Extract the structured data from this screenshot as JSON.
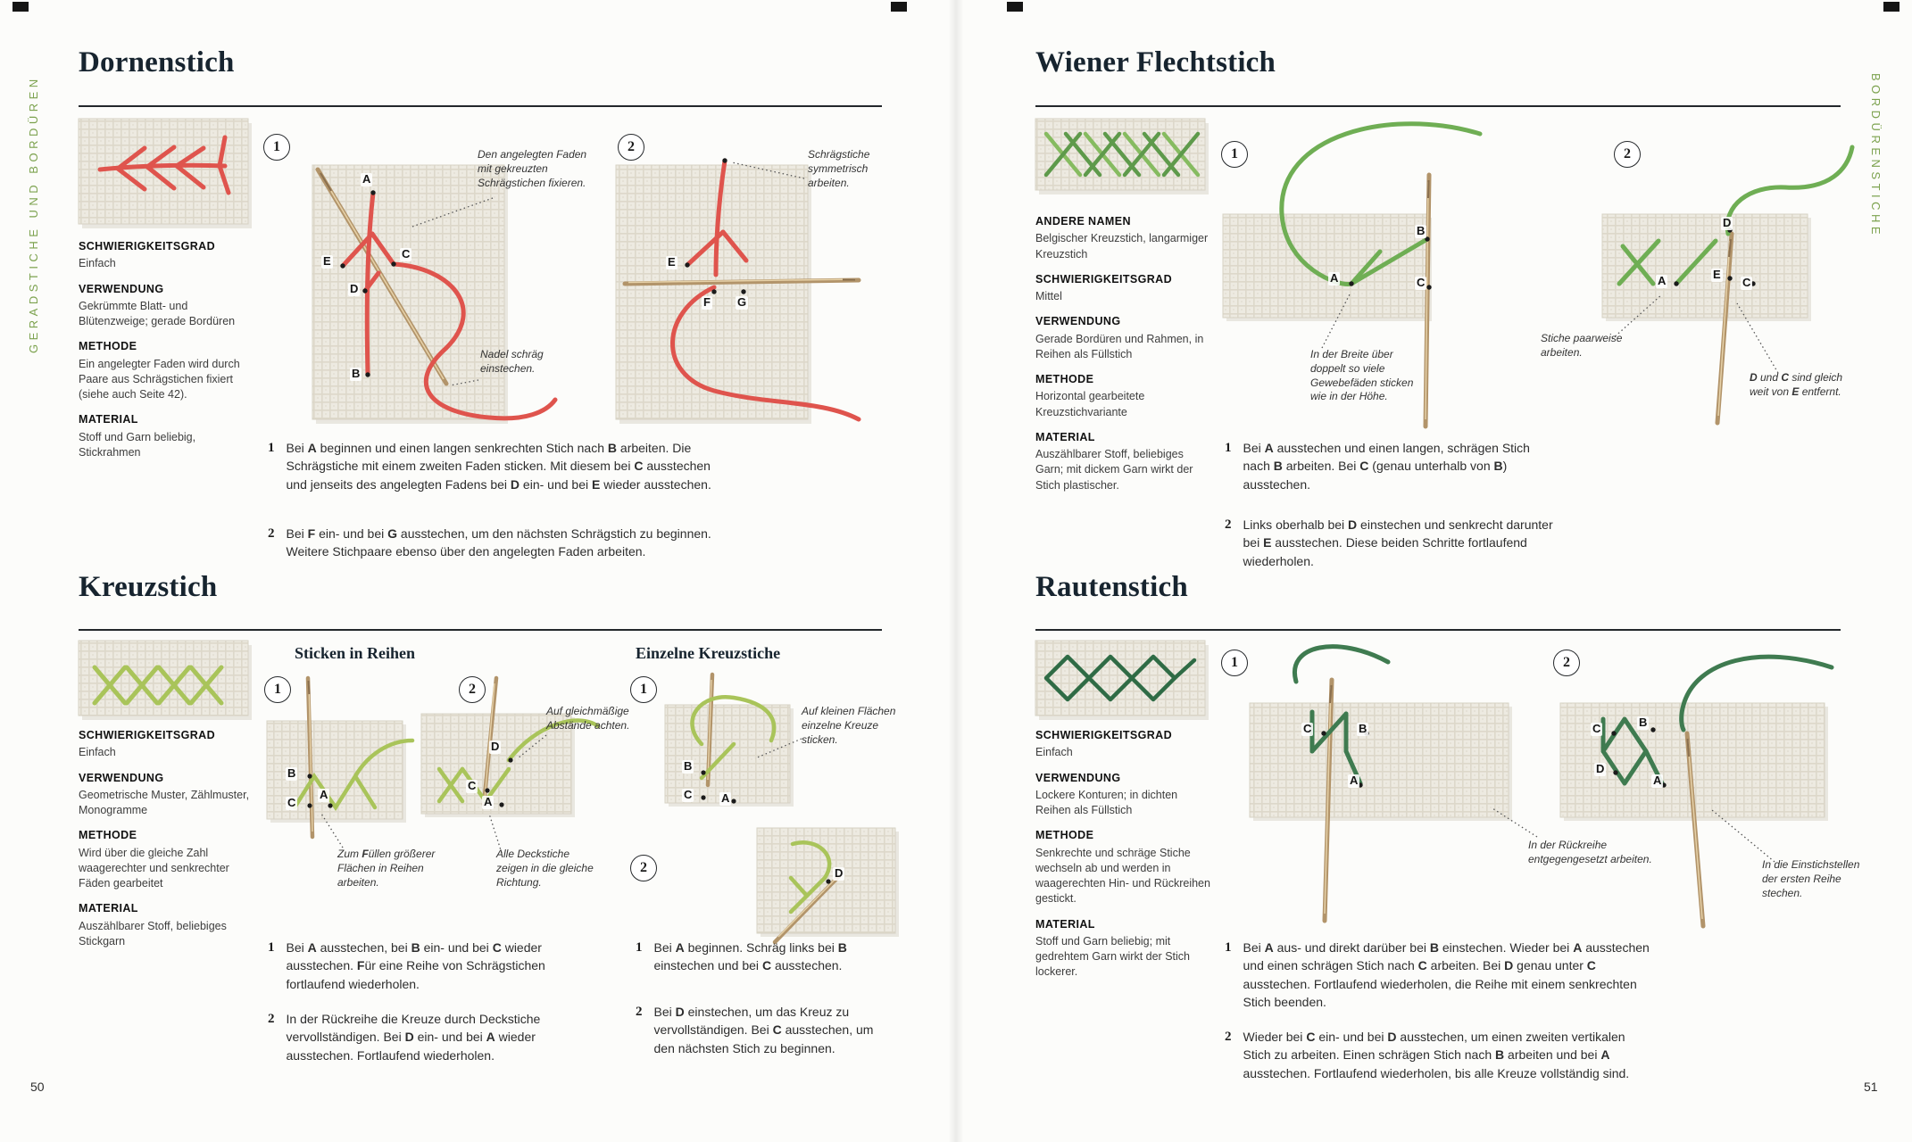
{
  "book": {
    "left_side_label": "GERADSTICHE UND BORDÜREN",
    "right_side_label": "BORDÜRENSTICHE",
    "left_page_number": "50",
    "right_page_number": "51"
  },
  "dornenstich": {
    "title": "Dornenstich",
    "info": [
      {
        "heading": "SCHWIERIGKEITSGRAD",
        "text": "Einfach"
      },
      {
        "heading": "VERWENDUNG",
        "text": "Gekrümmte Blatt- und Blütenzweige; gerade Bordüren"
      },
      {
        "heading": "METHODE",
        "text": "Ein angelegter Faden wird durch Paare aus Schrägstichen fixiert (siehe auch Seite 42)."
      },
      {
        "heading": "MATERIAL",
        "text": "Stoff und Garn beliebig, Stickrahmen"
      }
    ],
    "step_numbers": [
      "1",
      "2"
    ],
    "points_step1": [
      "A",
      "E",
      "C",
      "D",
      "B"
    ],
    "points_step2": [
      "E",
      "F",
      "G"
    ],
    "annotations": [
      "Den angelegten Faden mit gekreuzten Schrägstichen fixieren.",
      "Nadel schräg einstechen.",
      "Schrägstiche symmetrisch arbeiten."
    ],
    "instructions": [
      {
        "num": "1",
        "text": "Bei A beginnen und einen langen senkrechten Stich nach B arbeiten. Die Schrägstiche mit einem zweiten Faden sticken. Mit diesem bei C ausstechen und jenseits des angelegten Fadens bei D ein- und bei E wieder ausstechen."
      },
      {
        "num": "2",
        "text": "Bei F ein- und bei G ausstechen, um den nächsten Schrägstich zu beginnen. Weitere Stichpaare ebenso über den angelegten Faden arbeiten."
      }
    ]
  },
  "kreuzstich": {
    "title": "Kreuzstich",
    "info": [
      {
        "heading": "SCHWIERIGKEITSGRAD",
        "text": "Einfach"
      },
      {
        "heading": "VERWENDUNG",
        "text": "Geometrische Muster, Zählmuster, Monogramme"
      },
      {
        "heading": "METHODE",
        "text": "Wird über die gleiche Zahl waagerechter und senkrechter Fäden gearbeitet"
      },
      {
        "heading": "MATERIAL",
        "text": "Auszählbarer Stoff, beliebiges Stickgarn"
      }
    ],
    "reihen": {
      "subtitle": "Sticken in Reihen",
      "step_numbers": [
        "1",
        "2"
      ],
      "points_step1": [
        "B",
        "C",
        "A"
      ],
      "points_step2": [
        "D",
        "C",
        "A"
      ],
      "annotations": [
        "Auf gleichmäßige Abstände achten.",
        "Zum Füllen größerer Flächen in Reihen arbeiten.",
        "Alle Deckstiche zeigen in die gleiche Richtung."
      ],
      "instructions": [
        {
          "num": "1",
          "text": "Bei A ausstechen, bei B ein- und bei C wieder ausstechen. Für eine Reihe von Schrägstichen fortlaufend wiederholen."
        },
        {
          "num": "2",
          "text": "In der Rückreihe die Kreuze durch Deckstiche vervollständigen. Bei D ein- und bei A wieder ausstechen. Fortlaufend wiederholen."
        }
      ]
    },
    "einzeln": {
      "subtitle": "Einzelne Kreuzstiche",
      "step_numbers": [
        "1",
        "2"
      ],
      "points_step1": [
        "B",
        "C",
        "A"
      ],
      "points_step2": [
        "D"
      ],
      "annotations": [
        "Auf kleinen Flächen einzelne Kreuze sticken."
      ],
      "instructions": [
        {
          "num": "1",
          "text": "Bei A beginnen. Schräg links bei B einstechen und bei C ausstechen."
        },
        {
          "num": "2",
          "text": "Bei D einstechen, um das Kreuz zu vervollständigen. Bei C ausstechen, um den nächsten Stich zu beginnen."
        }
      ]
    }
  },
  "wiener": {
    "title": "Wiener Flechtstich",
    "info": [
      {
        "heading": "ANDERE NAMEN",
        "text": "Belgischer Kreuzstich, langarmiger Kreuzstich"
      },
      {
        "heading": "SCHWIERIGKEITSGRAD",
        "text": "Mittel"
      },
      {
        "heading": "VERWENDUNG",
        "text": "Gerade Bordüren und Rahmen, in Reihen als Füllstich"
      },
      {
        "heading": "METHODE",
        "text": "Horizontal gearbeitete Kreuzstichvariante"
      },
      {
        "heading": "MATERIAL",
        "text": "Auszählbarer Stoff, beliebiges Garn; mit dickem Garn wirkt der Stich plastischer."
      }
    ],
    "step_numbers": [
      "1",
      "2"
    ],
    "points_step1": [
      "B",
      "A",
      "C"
    ],
    "points_step2": [
      "D",
      "A",
      "E",
      "C"
    ],
    "annotations": [
      "In der Breite über doppelt so viele Gewebefäden sticken wie in der Höhe.",
      "Stiche paarweise arbeiten.",
      "D und C sind gleich weit von E entfernt."
    ],
    "instructions": [
      {
        "num": "1",
        "text": "Bei A ausstechen und einen langen, schrägen Stich nach B arbeiten. Bei C (genau unterhalb von B) ausstechen."
      },
      {
        "num": "2",
        "text": "Links oberhalb bei D einstechen und senkrecht darunter bei E ausstechen. Diese beiden Schritte fortlaufend wiederholen."
      }
    ]
  },
  "rauten": {
    "title": "Rautenstich",
    "info": [
      {
        "heading": "SCHWIERIGKEITSGRAD",
        "text": "Einfach"
      },
      {
        "heading": "VERWENDUNG",
        "text": "Lockere Konturen; in dichten Reihen als Füllstich"
      },
      {
        "heading": "METHODE",
        "text": "Senkrechte und schräge Stiche wechseln ab und werden in waagerechten Hin- und Rückreihen gestickt."
      },
      {
        "heading": "MATERIAL",
        "text": "Stoff und Garn beliebig; mit gedrehtem Garn wirkt der Stich lockerer."
      }
    ],
    "step_numbers": [
      "1",
      "2"
    ],
    "points_step1": [
      "C",
      "B",
      "A"
    ],
    "points_step2": [
      "C",
      "B",
      "D",
      "A"
    ],
    "annotations": [
      "In der Rückreihe entgegengesetzt arbeiten.",
      "In die Einstichstellen der ersten Reihe stechen."
    ],
    "instructions": [
      {
        "num": "1",
        "text": "Bei A aus- und direkt darüber bei B einstechen. Wieder bei A ausstechen und einen schrägen Stich nach C arbeiten. Bei D genau unter C ausstechen. Fortlaufend wiederholen, die Reihe mit einem senkrechten Stich beenden."
      },
      {
        "num": "2",
        "text": "Wieder bei C ein- und bei D ausstechen, um einen zweiten vertikalen Stich zu arbeiten. Einen schrägen Stich nach B arbeiten und bei A ausstechen. Fortlaufend wiederholen, bis alle Kreuze vollständig sind."
      }
    ]
  },
  "colors": {
    "accent_green_label": "#7ca24e",
    "thread_red": "#df544d",
    "thread_light_green": "#a9c45a",
    "thread_mid_green": "#6fae54",
    "thread_dark_green": "#3f7b50",
    "title_ink": "#17242f"
  }
}
